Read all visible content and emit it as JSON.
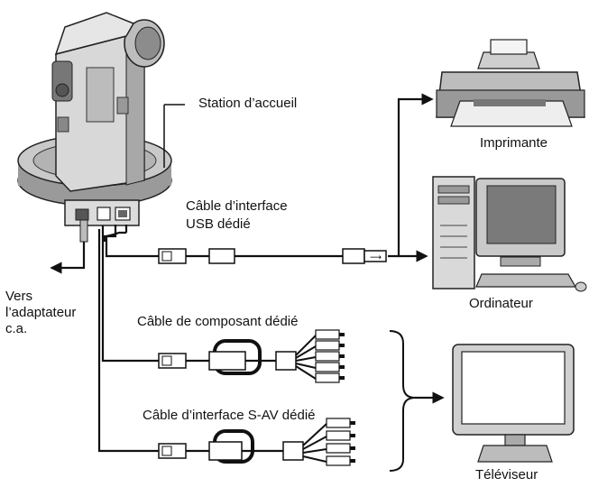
{
  "labels": {
    "station": "Station d’accueil",
    "printer": "Imprimante",
    "usb_cable": [
      "Câble d’interface",
      "USB dédié"
    ],
    "computer": "Ordinateur",
    "ac_adapter": [
      "Vers",
      "l’adaptateur",
      "c.a."
    ],
    "component_cable": "Câble de composant dédié",
    "sav_cable": "Câble d’interface S-AV dédié",
    "tv": "Téléviseur"
  }
}
